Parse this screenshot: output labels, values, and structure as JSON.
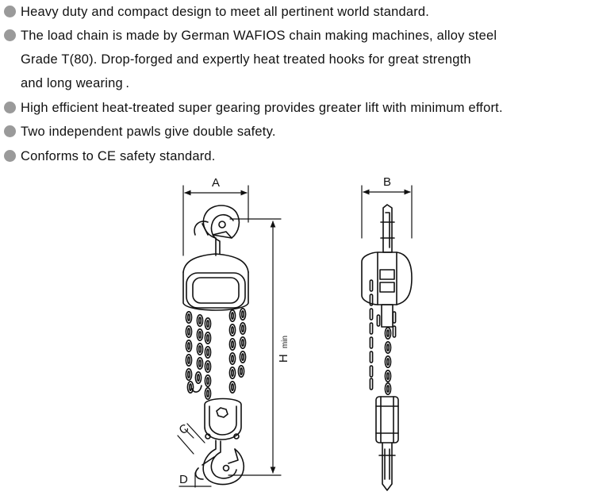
{
  "features": [
    {
      "lines": [
        "Heavy duty and compact design to meet all pertinent world standard."
      ]
    },
    {
      "lines": [
        "The load chain is made by German WAFIOS chain making machines, alloy steel",
        "Grade T(80). Drop-forged and expertly heat treated hooks for great strength",
        "and long wearing ."
      ]
    },
    {
      "lines": [
        "High efficient heat-treated super gearing provides greater lift with minimum effort."
      ]
    },
    {
      "lines": [
        "Two independent pawls give double safety."
      ]
    },
    {
      "lines": [
        "Conforms to CE safety standard."
      ]
    }
  ],
  "diagram": {
    "dim_a": "A",
    "dim_b": "B",
    "dim_c": "C",
    "dim_d": "D",
    "dim_h": "H",
    "dim_h_sub": "min"
  },
  "colors": {
    "bullet": "#9a9a9a",
    "line": "#111111"
  }
}
